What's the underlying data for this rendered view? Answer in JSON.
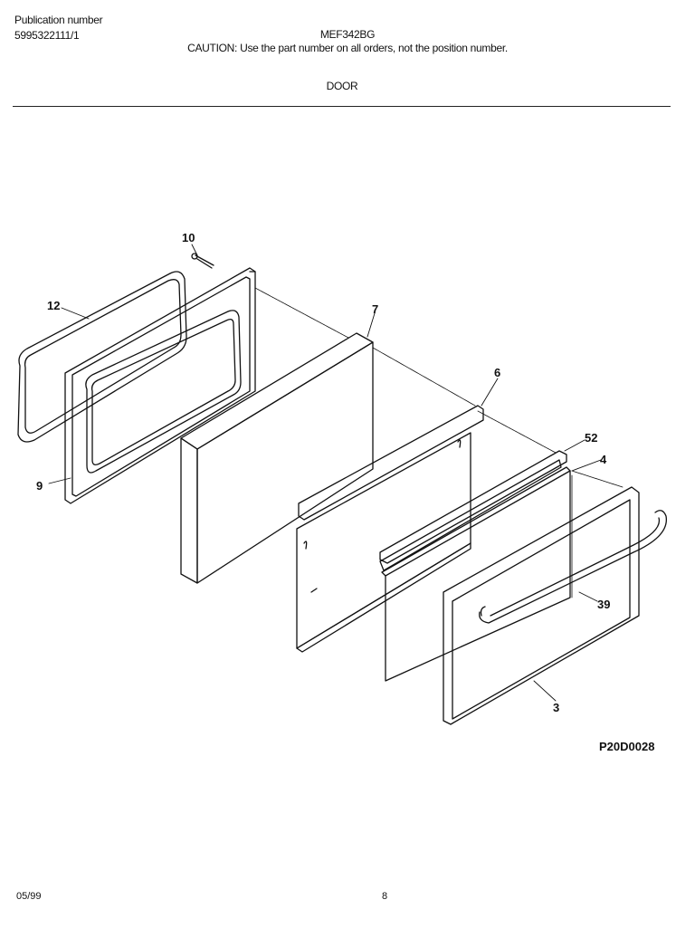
{
  "header": {
    "publication_label": "Publication number",
    "publication_number": "5995322111/1",
    "model": "MEF342BG",
    "caution": "CAUTION:  Use the part number on all orders, not the position number.",
    "section": "DOOR"
  },
  "diagram": {
    "callouts": {
      "p10": "10",
      "p12": "12",
      "p9": "9",
      "p7": "7",
      "p6": "6",
      "p52": "52",
      "p4": "4",
      "p39": "39",
      "p3": "3"
    },
    "code": "P20D0028"
  },
  "footer": {
    "date": "05/99",
    "page": "8"
  }
}
